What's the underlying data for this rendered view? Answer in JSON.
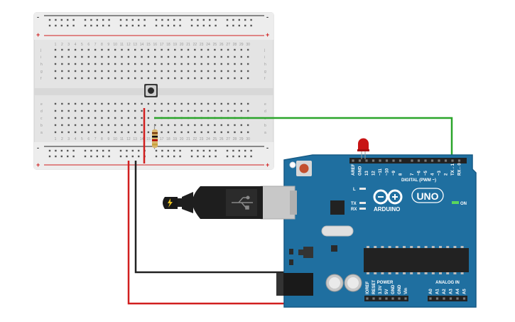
{
  "breadboard": {
    "columns": 30,
    "rows_top": [
      "j",
      "i",
      "h",
      "g",
      "f"
    ],
    "rows_bottom": [
      "e",
      "d",
      "c",
      "b",
      "a"
    ],
    "rail_minus": "-",
    "rail_plus": "+"
  },
  "arduino": {
    "brand": "ARDUINO",
    "model": "UNO",
    "digital_label": "DIGITAL (PWM ~)",
    "analog_label": "ANALOG IN",
    "power_label": "POWER",
    "on_label": "ON",
    "tx_label": "TX",
    "rx_label": "RX",
    "l_label": "L",
    "digital_pins": [
      "AREF",
      "GND",
      "13",
      "12",
      "~11",
      "~10",
      "~9",
      "8",
      "7",
      "~6",
      "~5",
      "4",
      "~3",
      "2",
      "TX→1",
      "RX←0"
    ],
    "power_pins": [
      "IOREF",
      "RESET",
      "3.3V",
      "5V",
      "GND",
      "GND",
      "Vin"
    ],
    "analog_pins": [
      "A0",
      "A1",
      "A2",
      "A3",
      "A4",
      "A5"
    ]
  },
  "colors": {
    "breadboard": "#e6e6e6",
    "arduino_blue": "#1f6fa0",
    "wire_red": "#d11f1f",
    "wire_black": "#222222",
    "wire_green": "#2ba52b",
    "led_red": "#c81414"
  }
}
